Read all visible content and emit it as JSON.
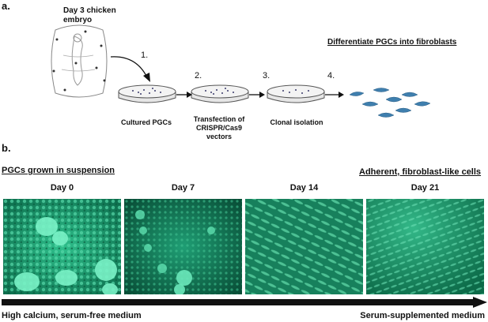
{
  "part_a": {
    "label": "a.",
    "embryo": "Day 3 chicken embryo",
    "heading": "Differentiate PGCs into fibroblasts",
    "steps": [
      {
        "number": "1.",
        "caption": ""
      },
      {
        "number": "2.",
        "caption": "Cultured PGCs"
      },
      {
        "number": "3.",
        "caption": "Transfection of CRISPR/Cas9 vectors"
      },
      {
        "number": "4.",
        "caption": "Clonal isolation"
      }
    ]
  },
  "part_b": {
    "label": "b.",
    "left_heading": "PGCs grown in suspension",
    "right_heading": "Adherent, fibroblast-like cells",
    "days": [
      "Day 0",
      "Day 7",
      "Day 14",
      "Day 21"
    ],
    "left_medium": "High calcium, serum-free medium",
    "right_medium": "Serum-supplemented medium"
  },
  "colors": {
    "fluorescence": "#1aa878",
    "dish_fill": "#e6e6e6",
    "cell_blue": "#3f7fae"
  }
}
